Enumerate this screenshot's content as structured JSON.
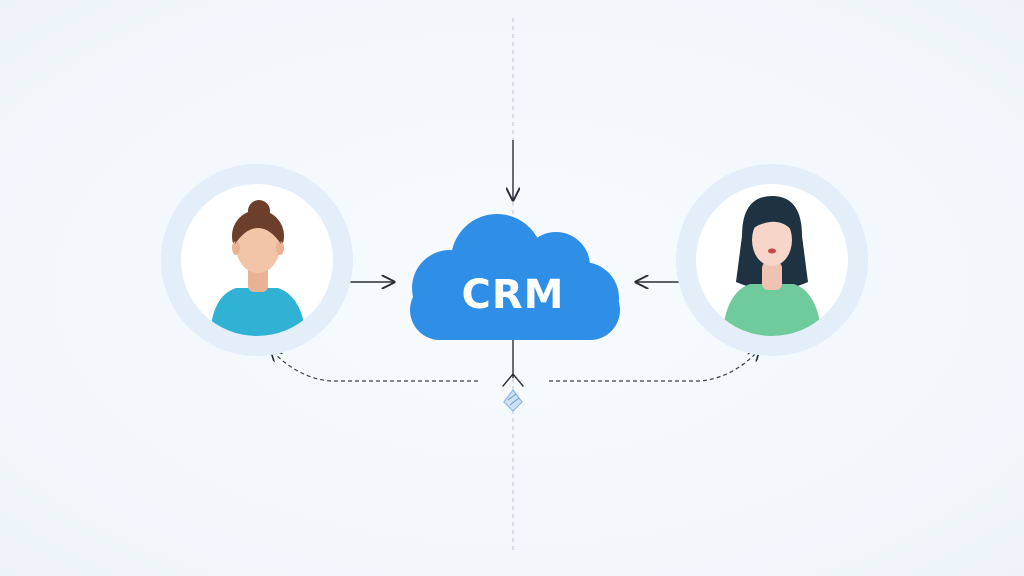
{
  "cloud": {
    "label": "CRM",
    "fill": "#2f8ee5",
    "text_color": "#ffffff"
  },
  "people": [
    {
      "role": "left-person",
      "hair_style": "top-bun",
      "hair_color": "#6b3f2a",
      "skin_color": "#f2c5a8",
      "shirt_color": "#2fb2d4"
    },
    {
      "role": "right-person",
      "hair_style": "long-straight",
      "hair_color": "#1f3242",
      "skin_color": "#f7d5c8",
      "shirt_color": "#6fcb9b"
    }
  ],
  "colors": {
    "background": "#f3f8fc",
    "ring": "#e4eef8",
    "avatar_bg": "#ffffff",
    "arrow": "#2b2f36",
    "guide_line": "#b7c3cf",
    "crystal": "#8fb7e6"
  },
  "icons": [
    "arrow-down-icon",
    "arrow-right-icon",
    "arrow-left-icon",
    "chevron-up-icon",
    "crystal-icon"
  ]
}
